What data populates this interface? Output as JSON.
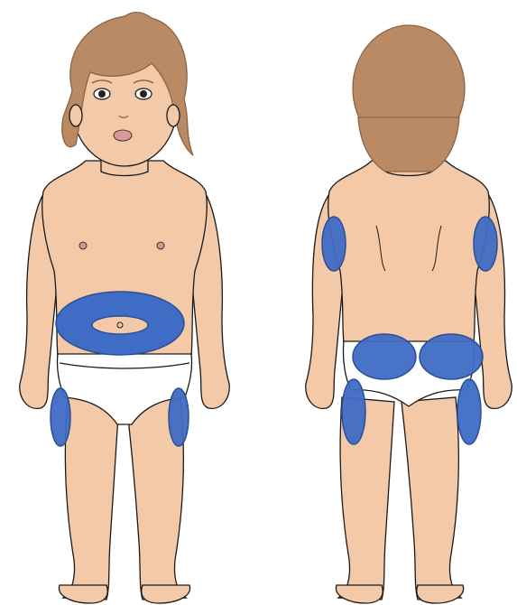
{
  "figure": {
    "views": [
      {
        "id": "front",
        "view": "front",
        "injection_sites": [
          "abdomen",
          "left-thigh",
          "right-thigh"
        ]
      },
      {
        "id": "back",
        "view": "back",
        "injection_sites": [
          "left-upper-arm",
          "right-upper-arm",
          "left-buttock",
          "right-buttock",
          "left-thigh",
          "right-thigh"
        ]
      }
    ],
    "colors": {
      "skin": "#f3c9a8",
      "skin_shadow": "#e3ad8a",
      "hair": "#b98a64",
      "hair_dark": "#8a6446",
      "outline": "#1a1a1a",
      "diaper": "#ffffff",
      "marker": "#3f6cc4",
      "marker_edge": "#2a4f96",
      "background": "#ffffff",
      "nipple": "#c99a8c",
      "lips": "#d99a9a"
    }
  }
}
